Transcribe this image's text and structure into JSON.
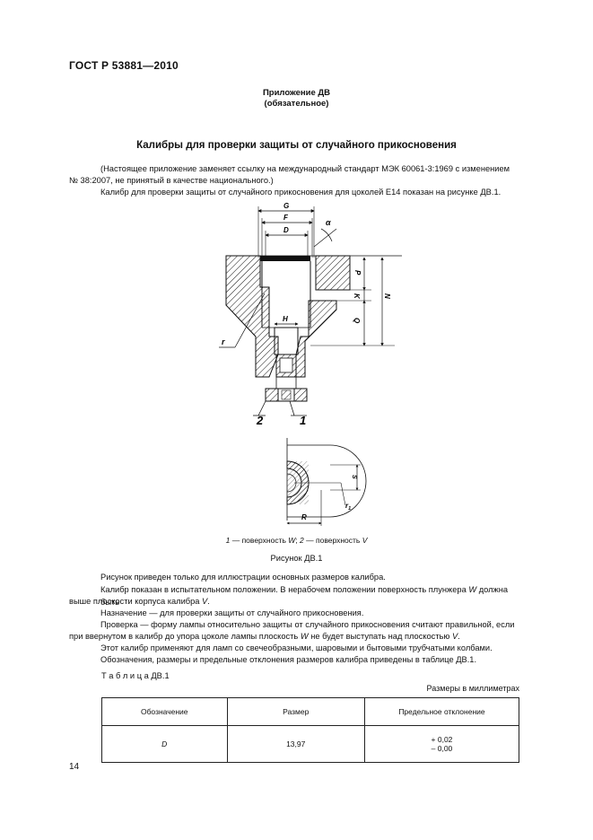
{
  "header": "ГОСТ Р 53881—2010",
  "annex": {
    "line1": "Приложение ДВ",
    "line2": "(обязательное)"
  },
  "title": "Калибры для проверки защиты от случайного прикосновения",
  "intro": [
    "(Настоящее приложение заменяет ссылку на международный стандарт МЭК 60061-3:1969 с изменением",
    "№ 38:2007, не принятый в качестве национального.)",
    "Калибр для проверки защиты от случайного прикосновения для цоколей Е14 показан на рисунке ДВ.1."
  ],
  "figure": {
    "labels": {
      "G": "G",
      "F": "F",
      "D": "D",
      "alpha": "α",
      "P": "P",
      "K": "K",
      "N": "N",
      "Q": "Q",
      "H": "H",
      "r": "r",
      "num2": "2",
      "num1": "1",
      "S": "S",
      "R": "R",
      "r1": "r",
      "r1_sub": "1"
    },
    "legend_1": "1",
    "legend_1_text": " — поверхность ",
    "legend_W": "W",
    "legend_sep": "; ",
    "legend_2": "2",
    "legend_2_text": " — поверхность ",
    "legend_V": "V",
    "caption": "Рисунок ДВ.1"
  },
  "notes": {
    "n1": "Рисунок приведен только для иллюстрации основных размеров калибра.",
    "n2a": "Калибр показан в испытательном положении. В нерабочем положении поверхность плунжера ",
    "n2W": "W",
    "n2b": " должна быть",
    "n2c": "выше плоскости корпуса калибра ",
    "n2V": "V",
    "n2d": ".",
    "n3": "Назначение — для проверки защиты от случайного прикосновения.",
    "n4a": "Проверка — форму лампы относительно защиты от случайного прикосновения считают правильной, если",
    "n4b": "при ввернутом в калибр до упора цоколе лампы плоскость ",
    "n4W": "W",
    "n4c": " не будет выступать над плоскостью ",
    "n4V": "V",
    "n4d": ".",
    "n5": "Этот калибр применяют для ламп со свечеобразными, шаровыми и бытовыми трубчатыми колбами.",
    "n6": "Обозначения, размеры и предельные отклонения размеров калибра приведены в таблице ДВ.1."
  },
  "table": {
    "label": "Т а б л и ц а   ДВ.1",
    "units": "Размеры в миллиметрах",
    "columns": [
      "Обозначение",
      "Размер",
      "Предельное отклонение"
    ],
    "rows": [
      {
        "designation": "D",
        "size": "13,97",
        "tol_plus": "+ 0,02",
        "tol_minus": "– 0,00"
      }
    ]
  },
  "page_number": "14"
}
